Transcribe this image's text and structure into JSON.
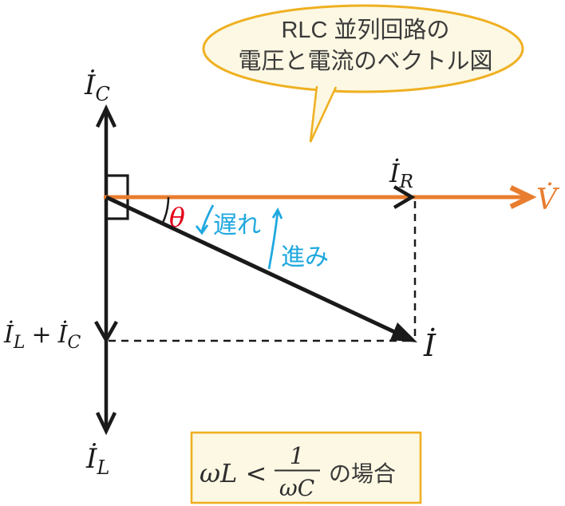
{
  "title": "RLC parallel circuit voltage/current phasor diagram",
  "colors": {
    "orange": "#e87d2f",
    "gold": "#efb021",
    "cream": "#fcf8e3",
    "cyan": "#1fa8df",
    "red": "#e50019",
    "ink": "#3a3a3a",
    "black": "#1a1a1a"
  },
  "bubble": {
    "line1": "RLC 並列回路の",
    "line2": "電圧と電流のベクトル図"
  },
  "labels": {
    "ic": {
      "main": "İ",
      "sub": "C"
    },
    "il": {
      "main": "İ",
      "sub": "L"
    },
    "ir": {
      "main": "İ",
      "sub": "R"
    },
    "i": {
      "main": "İ"
    },
    "v": {
      "main": "V̇"
    },
    "sum": {
      "p1": "İ",
      "s1": "L",
      "plus": "+",
      "p2": "İ",
      "s2": "C"
    },
    "theta": "θ",
    "lag": "遅れ",
    "lead": "進み"
  },
  "formula": {
    "lhs": "ωL <",
    "num": "1",
    "den": "ωC",
    "suffix": "の場合"
  }
}
